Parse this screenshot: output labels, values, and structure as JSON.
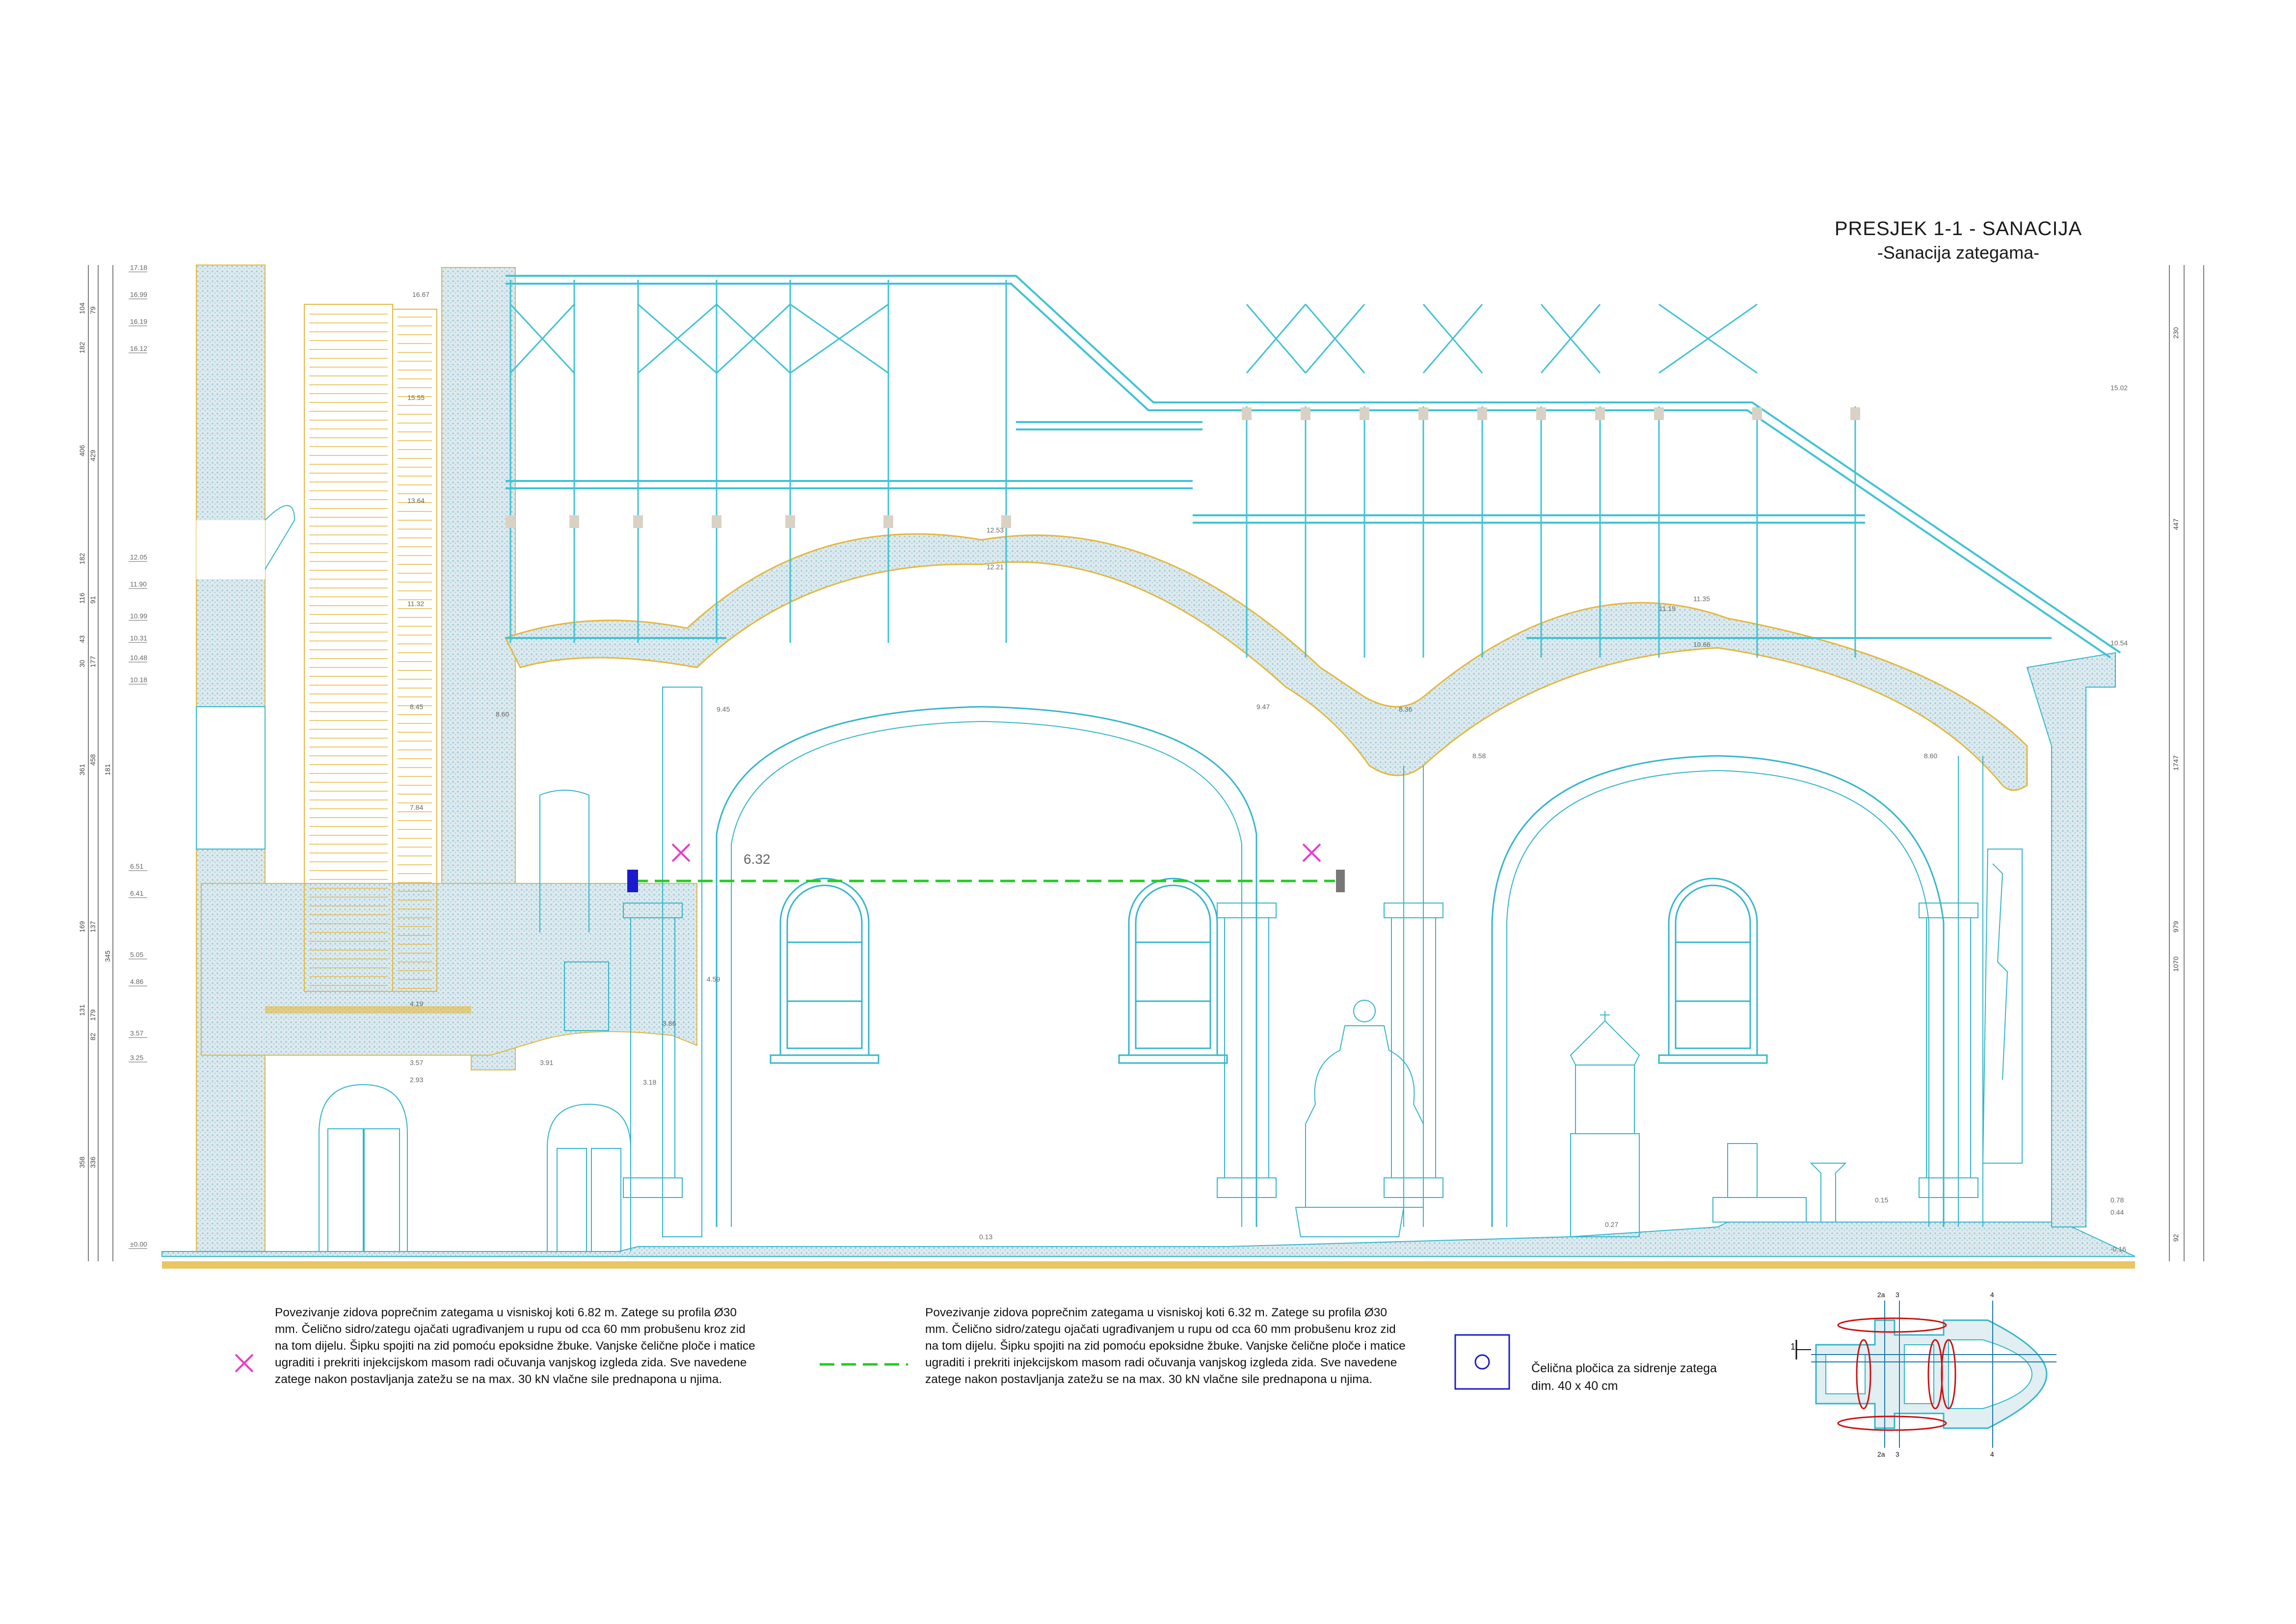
{
  "sheet": {
    "title": "PRESJEK 1-1 - SANACIJA",
    "subtitle": "-Sanacija zategama-"
  },
  "legend": {
    "item1_text": "Povezivanje zidova poprečnim zategama u visniskoj koti 6.82 m. Zatege su profila Ø30 mm. Čelično sidro/zategu ojačati ugrađivanjem u rupu od cca 60 mm probušenu kroz zid na tom dijelu. Šipku spojiti na zid pomoću epoksidne žbuke. Vanjske čelične ploče i matice ugraditi i prekriti injekcijskom masom radi očuvanja vanjskog izgleda zida. Sve navedene zatege nakon postavljanja zatežu se na max. 30 kN vlačne sile prednapona u njima.",
    "item2_text": "Povezivanje zidova poprečnim zategama u visniskoj koti 6.32 m. Zatege su profila Ø30 mm. Čelično sidro/zategu ojačati ugrađivanjem u rupu od cca 60 mm probušenu kroz zid na tom dijelu. Šipku spojiti na zid pomoću epoksidne žbuke. Vanjske čelične ploče i matice ugraditi i prekriti injekcijskom masom radi očuvanja vanjskog izgleda zida. Sve navedene zatege nakon postavljanja zatežu se na max. 30 kN vlačne sile prednapona u njima.",
    "item3_text": "Čelična pločica za sidrenje zatega dim. 40 x 40 cm"
  },
  "tie_rod": {
    "span_label": "6.32"
  },
  "key_plan": {
    "section_mark": "1",
    "axis_labels": [
      "2a",
      "3",
      "4"
    ]
  },
  "levels": {
    "left": [
      "17.18",
      "16.99",
      "16.19",
      "16.12",
      "12.05",
      "11.90",
      "10.99",
      "10.31",
      "10.48",
      "10.18",
      "6.51",
      "6.41",
      "5.05",
      "4.86",
      "3.57",
      "3.25",
      "±0.00"
    ],
    "interior": [
      "16.67",
      "15.55",
      "13.64",
      "11.32",
      "8.45",
      "7.84",
      "4.19",
      "3.57",
      "2.93",
      "3.91",
      "3.18",
      "8.60",
      "9.45",
      "4.59",
      "3.86",
      "12.53",
      "12.21",
      "9.47",
      "8.36",
      "8.58",
      "11.19",
      "11.35",
      "10.66",
      "8.60",
      "0.13",
      "0.27",
      "0.15",
      "0.44"
    ],
    "right": [
      "15.02",
      "10.54",
      "0.78",
      "-0.16"
    ]
  },
  "dimensions": {
    "left_outer": [
      "104",
      "182",
      "406",
      "182",
      "116",
      "43",
      "30",
      "361",
      "169",
      "131",
      "358"
    ],
    "left_inner": [
      "79",
      "429",
      "91",
      "177",
      "458",
      "137",
      "179",
      "82",
      "336"
    ],
    "left_third": [
      "181",
      "345"
    ],
    "right": [
      "230",
      "447",
      "1747",
      "979",
      "1070",
      "92"
    ]
  },
  "colors": {
    "structure": "#34b6c9",
    "timber": "#3fc3d4",
    "masonry_fill": "#d8e7ec",
    "floor_line": "#e4b83c",
    "tie_dashed": "#22cc22",
    "cross_marker": "#e83cc8",
    "anchor_plate": "#1a1acc",
    "plan_red": "#cc1010"
  }
}
